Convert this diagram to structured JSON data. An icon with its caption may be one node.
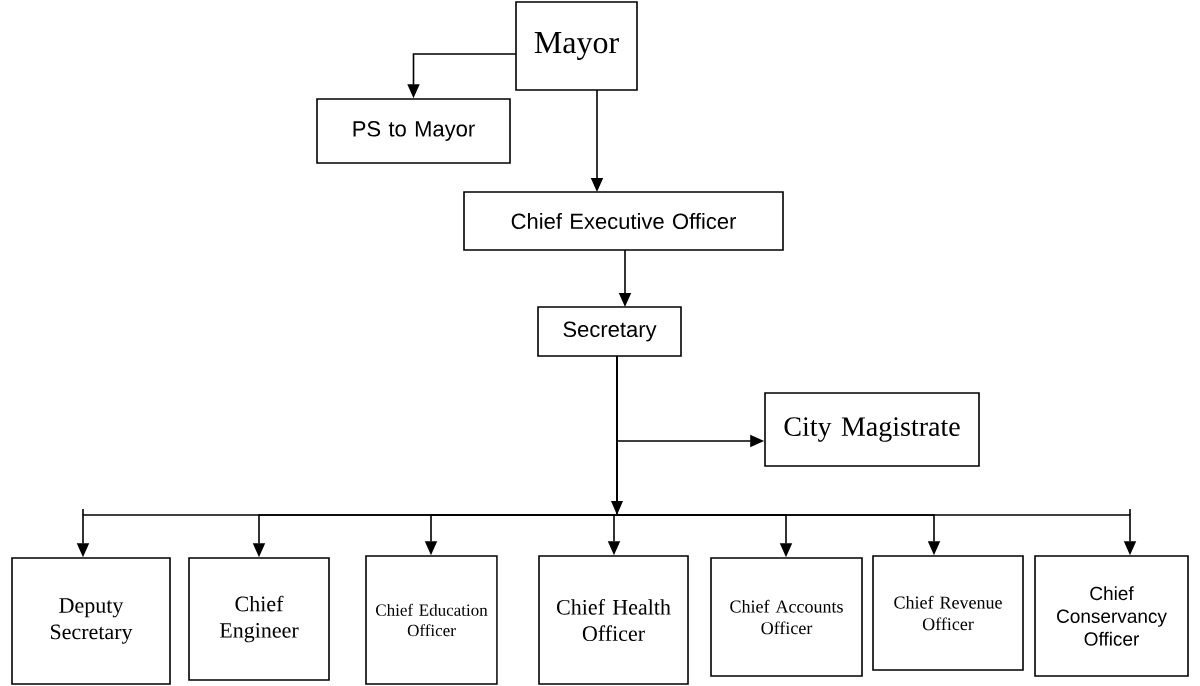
{
  "diagram": {
    "nodes": [
      {
        "text": [
          "Mayor"
        ]
      },
      {
        "text": [
          "PS to Mayor"
        ]
      },
      {
        "text": [
          "Chief Executive Officer"
        ]
      },
      {
        "text": [
          "Secretary"
        ]
      },
      {
        "text": [
          "City Magistrate"
        ]
      },
      {
        "text": [
          "Deputy Secretary"
        ]
      },
      {
        "text": [
          "Chief Engineer"
        ]
      },
      {
        "text": [
          "Chief Education Officer"
        ]
      },
      {
        "text": [
          "Chief Health Officer"
        ]
      },
      {
        "text": [
          "Chief Accounts Officer"
        ]
      },
      {
        "text": [
          "Chief Revenue Officer"
        ]
      },
      {
        "text": [
          "Chief Conservancy Officer"
        ]
      }
    ],
    "edges": [
      {
        "from": 0,
        "to": 1,
        "arrow": "to"
      },
      {
        "from": 0,
        "to": 2,
        "arrow": "to"
      },
      {
        "from": 2,
        "to": 3,
        "arrow": "to"
      },
      {
        "from": 3,
        "to": 4,
        "arrow": "to"
      },
      {
        "from": 3,
        "to": 5,
        "arrow": "to"
      },
      {
        "from": 3,
        "to": 6,
        "arrow": "to"
      },
      {
        "from": 3,
        "to": 7,
        "arrow": "to"
      },
      {
        "from": 3,
        "to": 8,
        "arrow": "to"
      },
      {
        "from": 3,
        "to": 9,
        "arrow": "to"
      },
      {
        "from": 3,
        "to": 10,
        "arrow": "to"
      },
      {
        "from": 3,
        "to": 11,
        "arrow": "to"
      }
    ]
  }
}
